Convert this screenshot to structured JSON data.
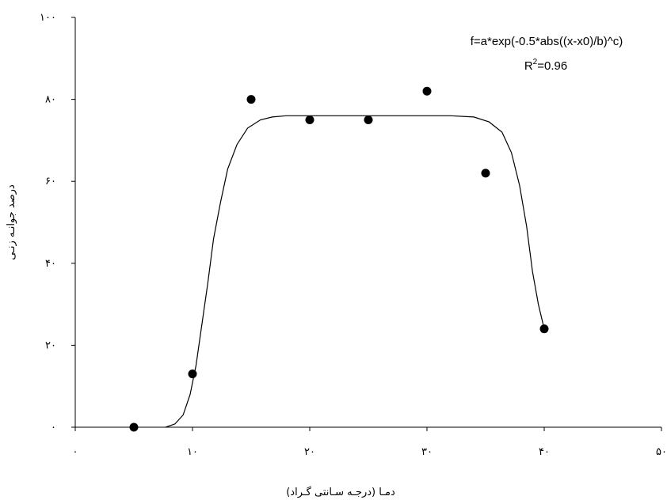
{
  "chart_data": {
    "type": "scatter",
    "xlabel": "دمـا (درجـه سـانتی گـراد)",
    "ylabel": "درصد جوانـه زنـی",
    "xlim": [
      0,
      50
    ],
    "ylim": [
      0,
      100
    ],
    "x_ticks": [
      0,
      10,
      20,
      30,
      40,
      50
    ],
    "x_tick_labels": [
      "۰",
      "۱۰",
      "۲۰",
      "۳۰",
      "۴۰",
      "۵۰"
    ],
    "y_ticks": [
      0,
      20,
      40,
      60,
      80,
      100
    ],
    "y_tick_labels": [
      "۰",
      "۲۰",
      "۴۰",
      "۶۰",
      "۸۰",
      "۱۰۰"
    ],
    "grid": false,
    "series": [
      {
        "kind": "points",
        "marker": "filled-circle",
        "color": "#000000",
        "x": [
          5,
          10,
          15,
          20,
          25,
          30,
          35,
          40
        ],
        "y": [
          0,
          13,
          80,
          75,
          75,
          82,
          62,
          24
        ]
      },
      {
        "kind": "fitted-curve",
        "color": "#000000",
        "model": "a*exp(-0.5*abs((x-x0)/b)^c)",
        "x": [
          7.7,
          8.5,
          9.2,
          9.8,
          10.3,
          10.8,
          11.3,
          11.8,
          12.4,
          13.0,
          13.8,
          14.7,
          15.8,
          16.8,
          18.0,
          20.0,
          25.0,
          30.0,
          32.0,
          34.0,
          35.3,
          36.4,
          37.2,
          37.9,
          38.5,
          39.0,
          39.5,
          40.0
        ],
        "y": [
          0,
          0.8,
          3,
          8,
          15,
          25,
          35,
          46,
          55,
          63,
          69,
          73,
          75,
          75.7,
          76,
          76,
          76,
          76,
          76,
          75.7,
          74.5,
          72,
          67,
          59,
          49,
          38,
          30,
          24
        ]
      }
    ],
    "annotations": {
      "equation": "f=a*exp(-0.5*abs((x-x0)/b)^c)",
      "r_squared_symbol": "R",
      "r_squared_exponent": "2",
      "r_squared_value": "=0.96"
    }
  }
}
